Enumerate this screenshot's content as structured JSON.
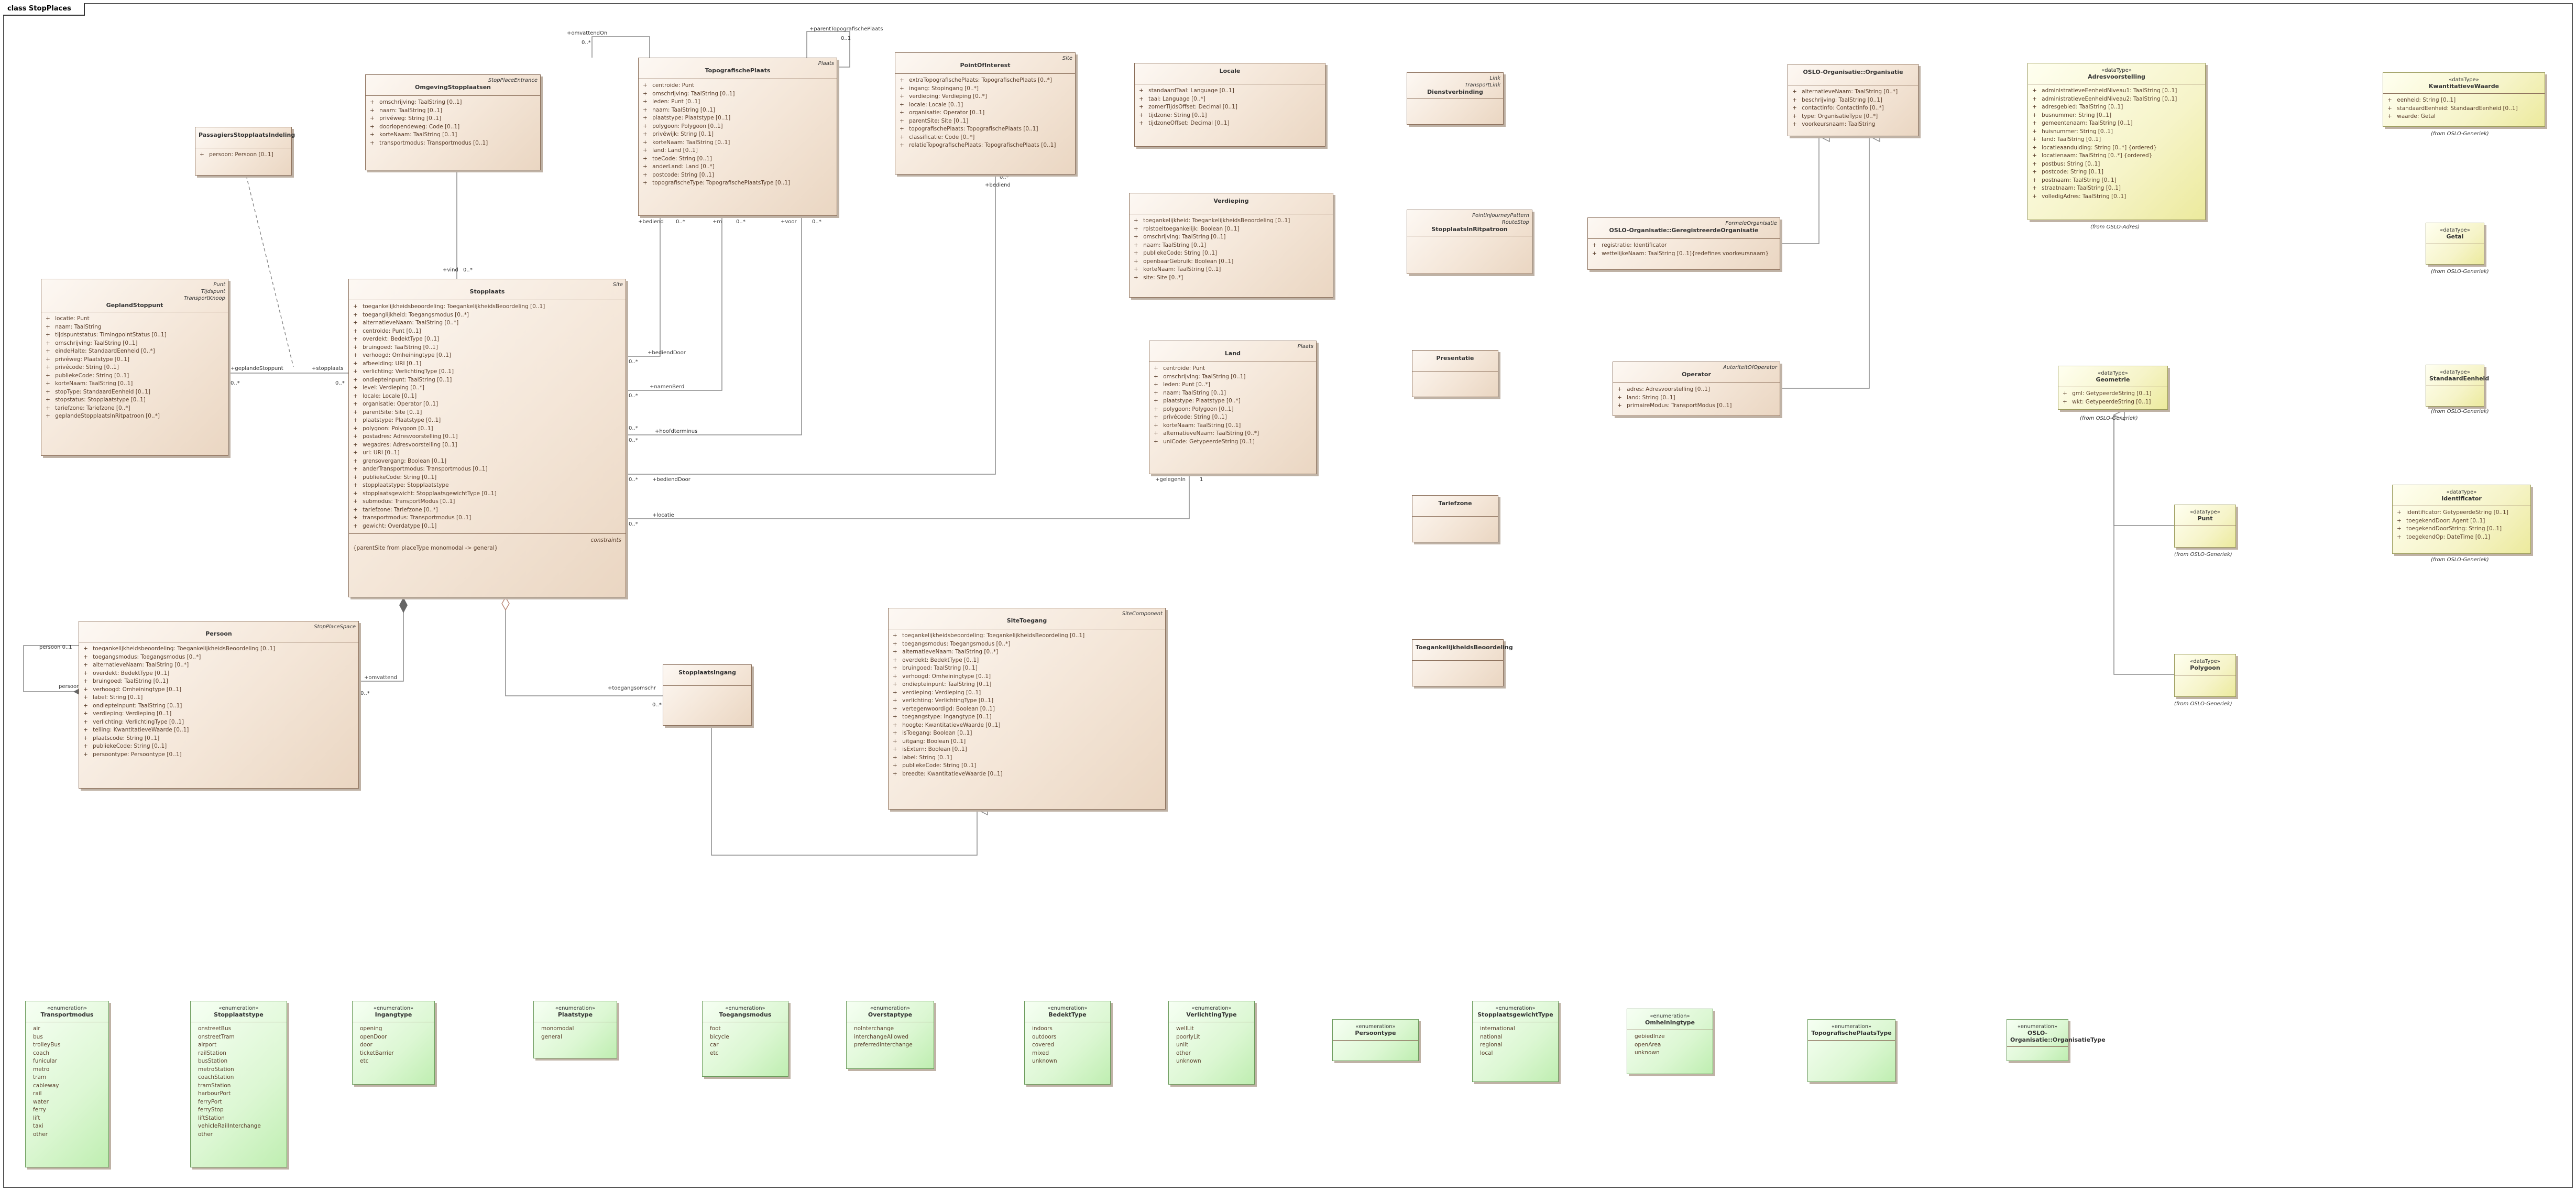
{
  "frame_title": "class StopPlaces",
  "classes": {
    "omschrijvingshaltes": {
      "tagged": "StopPlaceEntrance",
      "name": "OmgevingStopplaatsen",
      "attrs": [
        "omschrijving: TaalString [0..1]",
        "naam: TaalString [0..1]",
        "privéweg: String [0..1]",
        "doorlopendeweg: Code [0..1]",
        "korteNaam: TaalString [0..1]",
        "transportmodus: Transportmodus [0..1]"
      ]
    },
    "topografischeplaats": {
      "tagged": "Plaats",
      "name": "TopografischePlaats",
      "attrs": [
        "centroide: Punt",
        "omschrijving: TaalString [0..1]",
        "leden: Punt [0..1]",
        "naam: TaalString [0..1]",
        "plaatstype: Plaatstype [0..1]",
        "polygoon: Polygoon [0..1]",
        "privéwijk: String [0..1]",
        "korteNaam: TaalString [0..1]",
        "land: Land [0..1]",
        "toeCode: String [0..1]",
        "anderLand: Land [0..*]",
        "postcode: String [0..1]",
        "topografischeType: TopografischePlaatsType [0..1]"
      ]
    },
    "pointofinterest": {
      "tagged": "Site",
      "name": "PointOfInterest",
      "attrs": [
        "extraTopografischePlaats: TopografischePlaats [0..*]",
        "ingang: Stopingang [0..*]",
        "verdieping: Verdieping [0..*]",
        "locale: Locale [0..1]",
        "organisatie: Operator [0..1]",
        "parentSite: Site [0..1]",
        "topografischePlaats: TopografischePlaats [0..1]",
        "classificatie: Code [0..*]",
        "relatieTopografischePlaats: TopografischePlaats [0..1]"
      ]
    },
    "locale": {
      "name": "Locale",
      "attrs": [
        "standaardTaal: Language [0..1]",
        "taal: Language [0..*]",
        "zomerTijdsOffset: Decimal [0..1]",
        "tijdzone: String [0..1]",
        "tijdzoneOffset: Decimal [0..1]"
      ]
    },
    "dienstverbinding": {
      "tagged": "Link\nTransportLink",
      "name": "Dienstverbinding",
      "attrs": []
    },
    "oslo_organisatie": {
      "name": "OSLO-Organisatie::Organisatie",
      "attrs": [
        "alternatieveNaam: TaalString [0..*]",
        "beschrijving: TaalString [0..1]",
        "contactinfo: Contactinfo [0..*]",
        "type: OrganisatieType [0..*]",
        "voorkeursnaam: TaalString"
      ]
    },
    "adresvoorstelling": {
      "stereo": "«dataType»",
      "name": "Adresvoorstelling",
      "attrs": [
        "administratieveEenheidNiveau1: TaalString [0..1]",
        "administratieveEenheidNiveau2: TaalString [0..1]",
        "adresgebied: TaalString [0..1]",
        "busnummer: String [0..1]",
        "gemeentenaam: TaalString [0..1]",
        "huisnummer: String [0..1]",
        "land: TaalString [0..1]",
        "locatieaanduiding: String [0..*] {ordered}",
        "locatienaam: TaalString [0..*] {ordered}",
        "postbus: String [0..1]",
        "postcode: String [0..1]",
        "postnaam: TaalString [0..1]",
        "straatnaam: TaalString [0..1]",
        "volledigAdres: TaalString [0..1]"
      ]
    },
    "kwantitatievewaarde": {
      "stereo": "«dataType»",
      "name": "KwantitatieveWaarde",
      "attrs": [
        "eenheid: String [0..1]",
        "standaardEenheid: StandaardEenheid [0..1]",
        "waarde: Getal"
      ]
    },
    "passagiersstopplaats": {
      "name": "PassagiersStopplaatsIndeling",
      "attrs": [
        "persoon: Persoon [0..1]"
      ]
    },
    "verdieping": {
      "name": "Verdieping",
      "attrs": [
        "toegankelijkheid: ToegankelijkheidsBeoordeling [0..1]",
        "rolstoeltoegankelijk: Boolean [0..1]",
        "omschrijving: TaalString [0..1]",
        "naam: TaalString [0..1]",
        "publiekeCode: String [0..1]",
        "openbaarGebruik: Boolean [0..1]",
        "korteNaam: TaalString [0..1]",
        "site: Site [0..*]"
      ]
    },
    "stopplaatsinfo": {
      "tagged": "PointInJourneyPattern\nRouteStop",
      "name": "StopplaatsInRitpatroon",
      "attrs": []
    },
    "formele_org": {
      "tagged": "FormeleOrganisatie",
      "name": "OSLO-Organisatie::GeregistreerdeOrganisatie",
      "attrs": [
        "registratie: Identificator",
        "wettelijkeNaam: TaalString [0..1]{redefines voorkeursnaam}"
      ]
    },
    "getal": {
      "stereo": "«dataType»",
      "name": "Getal",
      "attrs": []
    },
    "stopplaats": {
      "tagged": "Site",
      "name": "Stopplaats",
      "attrs": [
        "toegankelijkheidsbeoordeling: ToegankelijkheidsBeoordeling [0..1]",
        "toeganglijkheid: Toegangsmodus [0..*]",
        "alternatieveNaam: TaalString [0..*]",
        "centroide: Punt [0..1]",
        "overdekt: BedektType [0..1]",
        "bruingoed: TaalString [0..1]",
        "verhoogd: Omheiningtype [0..1]",
        "afbeelding: URI [0..1]",
        "verlichting: VerlichtingType [0..1]",
        "ondiepteinpunt: TaalString [0..1]",
        "level: Verdieping [0..*]",
        "locale: Locale [0..1]",
        "organisatie: Operator [0..1]",
        "parentSite: Site [0..1]",
        "plaatstype: Plaatstype [0..1]",
        "polygoon: Polygoon [0..1]",
        "postadres: Adresvoorstelling [0..1]",
        "wegadres: Adresvoorstelling [0..1]",
        "url: URI [0..1]",
        "grensovergang: Boolean [0..1]",
        "anderTransportmodus: Transportmodus [0..1]",
        "publiekeCode: String [0..1]",
        "stopplaatstype: Stopplaatstype",
        "stopplaatsgewicht: StopplaatsgewichtType [0..1]",
        "submodus: TransportModus [0..1]",
        "tariefzone: Tariefzone [0..*]",
        "transportmodus: Transportmodus [0..1]",
        "gewicht: Overdatype [0..1]"
      ],
      "ops_header": "constraints",
      "ops": [
        "{parentSite from placeType monomodal -> general}"
      ]
    },
    "geplandstoppunt": {
      "tagged": "Punt\nTijdspunt\nTransportKnoop",
      "name": "GeplandStoppunt",
      "attrs": [
        "locatie: Punt",
        "naam: TaalString",
        "tijdspuntstatus: TimingpointStatus [0..1]",
        "omschrijving: TaalString [0..1]",
        "eindeHalte: StandaardEenheid [0..*]",
        "privéweg: Plaatstype [0..1]",
        "privécode: String [0..1]",
        "publiekeCode: String [0..1]",
        "korteNaam: TaalString [0..1]",
        "stopType: StandaardEenheid [0..1]",
        "stopstatus: Stopplaatstype [0..1]",
        "tariefzone: Tariefzone [0..*]",
        "geplandeStopplaatsInRitpatroon [0..*]"
      ]
    },
    "land": {
      "tagged": "Plaats",
      "name": "Land",
      "attrs": [
        "centroide: Punt",
        "omschrijving: TaalString [0..1]",
        "leden: Punt [0..*]",
        "naam: TaalString [0..1]",
        "plaatstype: Plaatstype [0..*]",
        "polygoon: Polygoon [0..1]",
        "privécode: String [0..1]",
        "korteNaam: TaalString [0..1]",
        "alternatieveNaam: TaalString [0..*]",
        "uniCode: GetypeerdeString [0..1]"
      ]
    },
    "operator": {
      "tagged": "AutoriteitOfOperator",
      "name": "Operator",
      "attrs": [
        "adres: Adresvoorstelling [0..1]",
        "land: String [0..1]",
        "primaireModus: TransportModus [0..1]"
      ]
    },
    "geometrie": {
      "stereo": "«dataType»",
      "name": "Geometrie",
      "attrs": [
        "gml: GetypeerdeString [0..1]",
        "wkt: GetypeerdeString [0..1]"
      ]
    },
    "standaardeenheid": {
      "stereo": "«dataType»",
      "name": "StandaardEenheid",
      "attrs": []
    },
    "identificator": {
      "stereo": "«dataType»",
      "name": "Identificator",
      "attrs": [
        "identificator: GetypeerdeString [0..1]",
        "toegekendDoor: Agent [0..1]",
        "toegekendDoorString: String [0..1]",
        "toegekendOp: DateTime [0..1]"
      ]
    },
    "punt": {
      "stereo": "«dataType»",
      "name": "Punt",
      "attrs": []
    },
    "polygoon": {
      "stereo": "«dataType»",
      "name": "Polygoon",
      "attrs": []
    },
    "presentatie": {
      "name": "Presentatie",
      "attrs": []
    },
    "tariefzone": {
      "name": "Tariefzone",
      "attrs": []
    },
    "toegankelijkheid": {
      "name": "ToegankelijkheidsBeoordeling",
      "attrs": []
    },
    "persoon": {
      "tagged": "StopPlaceSpace",
      "name": "Persoon",
      "attrs": [
        "toegankelijkheidsbeoordeling: ToegankelijkheidsBeoordeling [0..1]",
        "toegangsmodus: Toegangsmodus [0..*]",
        "alternatieveNaam: TaalString [0..*]",
        "overdekt: BedektType [0..1]",
        "bruingoed: TaalString [0..1]",
        "verhoogd: Omheiningtype [0..1]",
        "label: String [0..1]",
        "ondiepteinpunt: TaalString [0..1]",
        "verdieping: Verdieping [0..1]",
        "verlichting: VerlichtingType [0..1]",
        "telling: KwantitatieveWaarde [0..1]",
        "plaatscode: String [0..1]",
        "publiekeCode: String [0..1]",
        "persoontype: Persoontype [0..1]"
      ]
    },
    "stopplaatsingang": {
      "name": "StopplaatsIngang",
      "attrs": []
    },
    "sitetoegang": {
      "tagged": "SiteComponent",
      "name": "SiteToegang",
      "attrs": [
        "toegankelijkheidsbeoordeling: ToegankelijkheidsBeoordeling [0..1]",
        "toegangsmodus: Toegangsmodus [0..*]",
        "alternatieveNaam: TaalString [0..*]",
        "overdekt: BedektType [0..1]",
        "bruingoed: TaalString [0..1]",
        "verhoogd: Omheiningtype [0..1]",
        "ondiepteinpunt: TaalString [0..1]",
        "verdieping: Verdieping [0..1]",
        "verlichting: VerlichtingType [0..1]",
        "vertegenwoordigd: Boolean [0..1]",
        "toegangstype: Ingangtype [0..1]",
        "hoogte: KwantitatieveWaarde [0..1]",
        "isToegang: Boolean [0..1]",
        "uitgang: Boolean [0..1]",
        "isExtern: Boolean [0..1]",
        "label: String [0..1]",
        "publiekeCode: String [0..1]",
        "breedte: KwantitatieveWaarde [0..1]"
      ]
    },
    "enum_transportmodus": {
      "stereo": "«enumeration»",
      "name": "Transportmodus",
      "literals": [
        "air",
        "bus",
        "trolleyBus",
        "coach",
        "funicular",
        "metro",
        "tram",
        "cableway",
        "rail",
        "water",
        "ferry",
        "lift",
        "taxi",
        "other"
      ]
    },
    "enum_stopplaatstype": {
      "stereo": "«enumeration»",
      "name": "Stopplaatstype",
      "literals": [
        "onstreetBus",
        "onstreetTram",
        "airport",
        "railStation",
        "busStation",
        "metroStation",
        "coachStation",
        "tramStation",
        "harbourPort",
        "ferryPort",
        "ferryStop",
        "liftStation",
        "vehicleRailInterchange",
        "other"
      ]
    },
    "enum_ingangtype": {
      "stereo": "«enumeration»",
      "name": "Ingangtype",
      "literals": [
        "opening",
        "openDoor",
        "door",
        "ticketBarrier",
        "etc"
      ]
    },
    "enum_plaatstype": {
      "stereo": "«enumeration»",
      "name": "Plaatstype",
      "literals": [
        "monomodal",
        "general"
      ]
    },
    "enum_toegangsmodus": {
      "stereo": "«enumeration»",
      "name": "Toegangsmodus",
      "literals": [
        "foot",
        "bicycle",
        "car",
        "etc"
      ]
    },
    "enum_overstaptype": {
      "stereo": "«enumeration»",
      "name": "Overstaptype",
      "literals": [
        "noInterchange",
        "interchangeAllowed",
        "preferredInterchange"
      ]
    },
    "enum_bedekttype": {
      "stereo": "«enumeration»",
      "name": "BedektType",
      "literals": [
        "indoors",
        "outdoors",
        "covered",
        "mixed",
        "unknown"
      ]
    },
    "enum_verlichtingtype": {
      "stereo": "«enumeration»",
      "name": "VerlichtingType",
      "literals": [
        "wellLit",
        "poorlyLit",
        "unlit",
        "other",
        "unknown"
      ]
    },
    "enum_persoontype": {
      "stereo": "«enumeration»",
      "name": "Persoontype",
      "literals": []
    },
    "enum_stopplaatsgewicht": {
      "stereo": "«enumeration»",
      "name": "StopplaatsgewichtType",
      "literals": [
        "international",
        "national",
        "regional",
        "local"
      ]
    },
    "enum_omheiningtype": {
      "stereo": "«enumeration»",
      "name": "Omheiningtype",
      "literals": [
        "gebiedInze",
        "openArea",
        "unknown"
      ]
    },
    "enum_topografischeplaatstype": {
      "stereo": "«enumeration»",
      "name": "TopografischePlaatsType",
      "literals": []
    },
    "enum_organisatietype": {
      "stereo": "«enumeration»",
      "name": "OSLO-Organisatie::OrganisatieType",
      "literals": []
    }
  },
  "from_labels": {
    "oslo_adres": "(from OSLO-Adres)",
    "oslo_generiek_1": "(from OSLO-Generiek)",
    "oslo_generiek_2": "(from OSLO-Generiek)",
    "oslo_generiek_3": "(from OSLO-Generiek)",
    "oslo_generiek_4": "(from OSLO-Generiek)",
    "oslo_generiek_5": "(from OSLO-Generiek)",
    "oslo_generiek_6": "(from OSLO-Generiek)",
    "oslo_generiek_7": "(from OSLO-Generiek)"
  },
  "assoc_labels": {
    "omvattendOn": "+omvattendOn",
    "omvattendOn_m": "0..*",
    "parentTopo": "+parentTopografischePlaats",
    "parentTopo_m": "0..1",
    "vind": "+vind",
    "vind_m": "0..*",
    "bediend": "+bediend",
    "bediend_m": "0..*",
    "bediend2": "+bediend",
    "bediend2_m": "0..*",
    "hm": "+m",
    "hm_m": "0..*",
    "voor": "+voor",
    "voor_m": "0..*",
    "bediendDoor": "+bediendDoor",
    "bediendDoor_m": "0..*",
    "namenBerd": "+namenBerd",
    "namenBerd_m": "0..*",
    "hoofdterminus": "+hoofdterminus",
    "hoofdterminus_m": "0..*",
    "bediendDoor2": "+bediendDoor",
    "bediendDoor2_m": "0..*",
    "locatie": "+locatie",
    "locatie_m": "0..*",
    "gelegenIn": "+gelegenIn",
    "gelegenIn_m": "1",
    "geplandeStoppunt": "+geplandeStoppunt",
    "geplandeStoppunt_m": "0..*",
    "stopplaats": "+stopplaats",
    "stopplaats_m": "0..*",
    "persoon1": "persoon 0..1",
    "persoon2": "persoon",
    "omvattend": "+omvattend",
    "omvattend_m": "0..*",
    "toegang": "+toegangsomschr",
    "toegang_m": "0..*",
    "site_m": "0..*"
  }
}
